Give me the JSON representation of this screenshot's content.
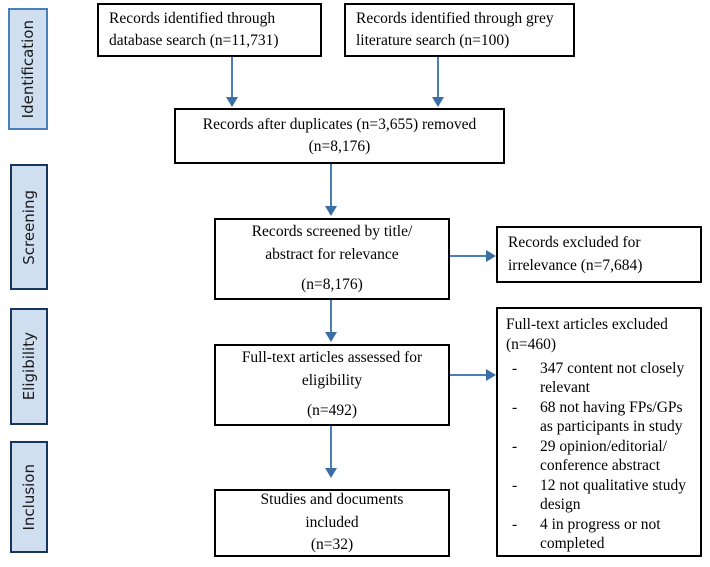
{
  "diagram": {
    "title": "PRISMA study selection flow diagram",
    "accent_color": "#4a7ebb",
    "stage_fill": "#cfdff0",
    "box_border_color": "#000000"
  },
  "stages": [
    {
      "id": "identification",
      "label": "Identification"
    },
    {
      "id": "screening",
      "label": "Screening"
    },
    {
      "id": "eligibility",
      "label": "Eligibility"
    },
    {
      "id": "inclusion",
      "label": "Inclusion"
    }
  ],
  "boxes": {
    "database_search": {
      "line1": "Records identified through",
      "line2": "database search (n=11,731)"
    },
    "grey_literature": {
      "line1": "Records identified through grey",
      "line2": "literature search (n=100)"
    },
    "after_duplicates": {
      "line1": "Records after duplicates (n=3,655) removed",
      "line2": "(n=8,176)"
    },
    "screened": {
      "line1": "Records screened by title/",
      "line2": "abstract for relevance",
      "line3": "(n=8,176)"
    },
    "excluded_irrelevance": {
      "line1": "Records excluded for",
      "line2": "irrelevance (n=7,684)"
    },
    "fulltext_assessed": {
      "line1": "Full-text articles assessed for",
      "line2": "eligibility",
      "line3": "(n=492)"
    },
    "fulltext_excluded": {
      "heading1": "Full-text articles excluded",
      "heading2": "(n=460)",
      "dash": "-",
      "reasons": [
        "347 content not closely relevant",
        "68 not having FPs/GPs as participants in study",
        "29 opinion/editorial/ conference abstract",
        "12 not qualitative study design",
        "4 in progress or not completed"
      ]
    },
    "included": {
      "line1": "Studies and documents",
      "line2": "included",
      "line3": "(n=32)"
    }
  }
}
